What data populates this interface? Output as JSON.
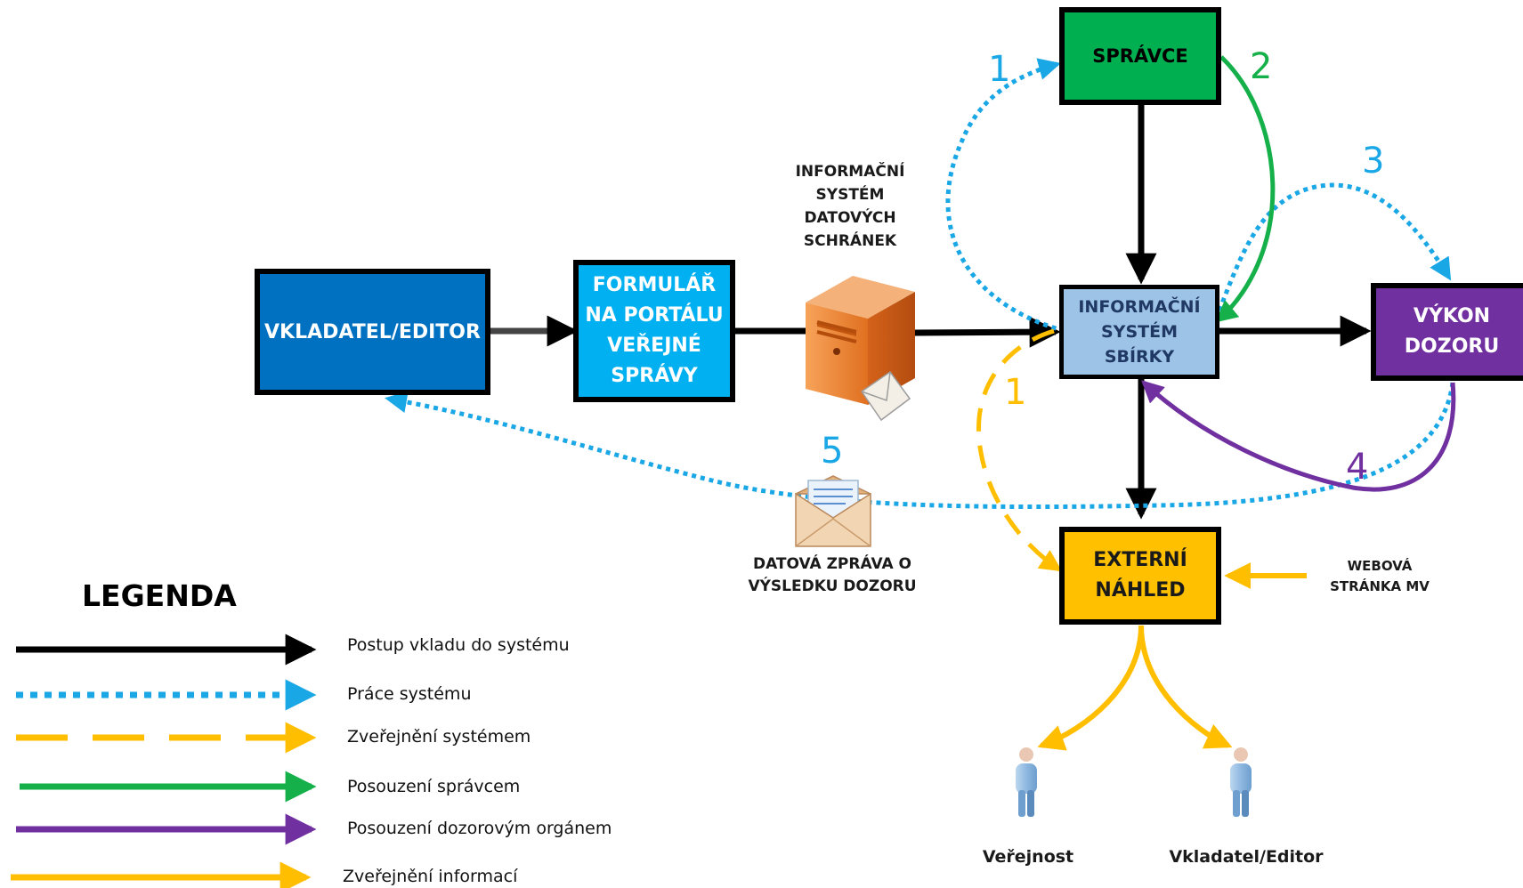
{
  "colors": {
    "black": "#000000",
    "blue_dotted": "#1aa7e6",
    "orange": "#ffbf00",
    "green": "#15b04a",
    "purple": "#7030a0",
    "box_vkladatel": "#0070c0",
    "box_formular": "#00b0f0",
    "box_spravce": "#00b050",
    "box_system": "#9dc3e6",
    "box_vykon": "#7030a0",
    "box_externi": "#ffc000"
  },
  "nodes": {
    "vkladatel": "VKLADATEL/EDITOR",
    "formular": "FORMULÁŘ\nNA PORTÁLU\nVEŘEJNÉ\nSPRÁVY",
    "spravce": "SPRÁVCE",
    "system": "INFORMAČNÍ\nSYSTÉM SBÍRKY",
    "vykon": "VÝKON\nDOZORU",
    "externi": "EXTERNÍ\nNÁHLED"
  },
  "labels": {
    "isds": "INFORMAČNÍ\nSYSTÉM\nDATOVÝCH\nSCHRÁNEK",
    "zprava": "DATOVÁ ZPRÁVA O\nVÝSLEDKU DOZORU",
    "webova": "WEBOVÁ\nSTRÁNKA MV",
    "verejnost": "Veřejnost",
    "vkladatel_person": "Vkladatel/Editor"
  },
  "numbers": {
    "n1_blue": "1",
    "n2_green": "2",
    "n3_blue": "3",
    "n1_orange": "1",
    "n4_purple": "4",
    "n5_blue": "5"
  },
  "legend": {
    "title": "LEGENDA",
    "items": [
      {
        "label": "Postup vkladu do systému",
        "style": "solid",
        "color": "#000000"
      },
      {
        "label": "Práce systému",
        "style": "dotted",
        "color": "#1aa7e6"
      },
      {
        "label": "Zveřejnění systémem",
        "style": "dashed",
        "color": "#ffbf00"
      },
      {
        "label": "Posouzení správcem",
        "style": "solid",
        "color": "#15b04a"
      },
      {
        "label": "Posouzení dozorovým orgánem",
        "style": "solid",
        "color": "#7030a0"
      },
      {
        "label": "Zveřejnění informací",
        "style": "solid",
        "color": "#ffbf00"
      }
    ]
  },
  "icons": [
    "server-icon",
    "envelope-icon",
    "letter-icon",
    "person-icon"
  ]
}
